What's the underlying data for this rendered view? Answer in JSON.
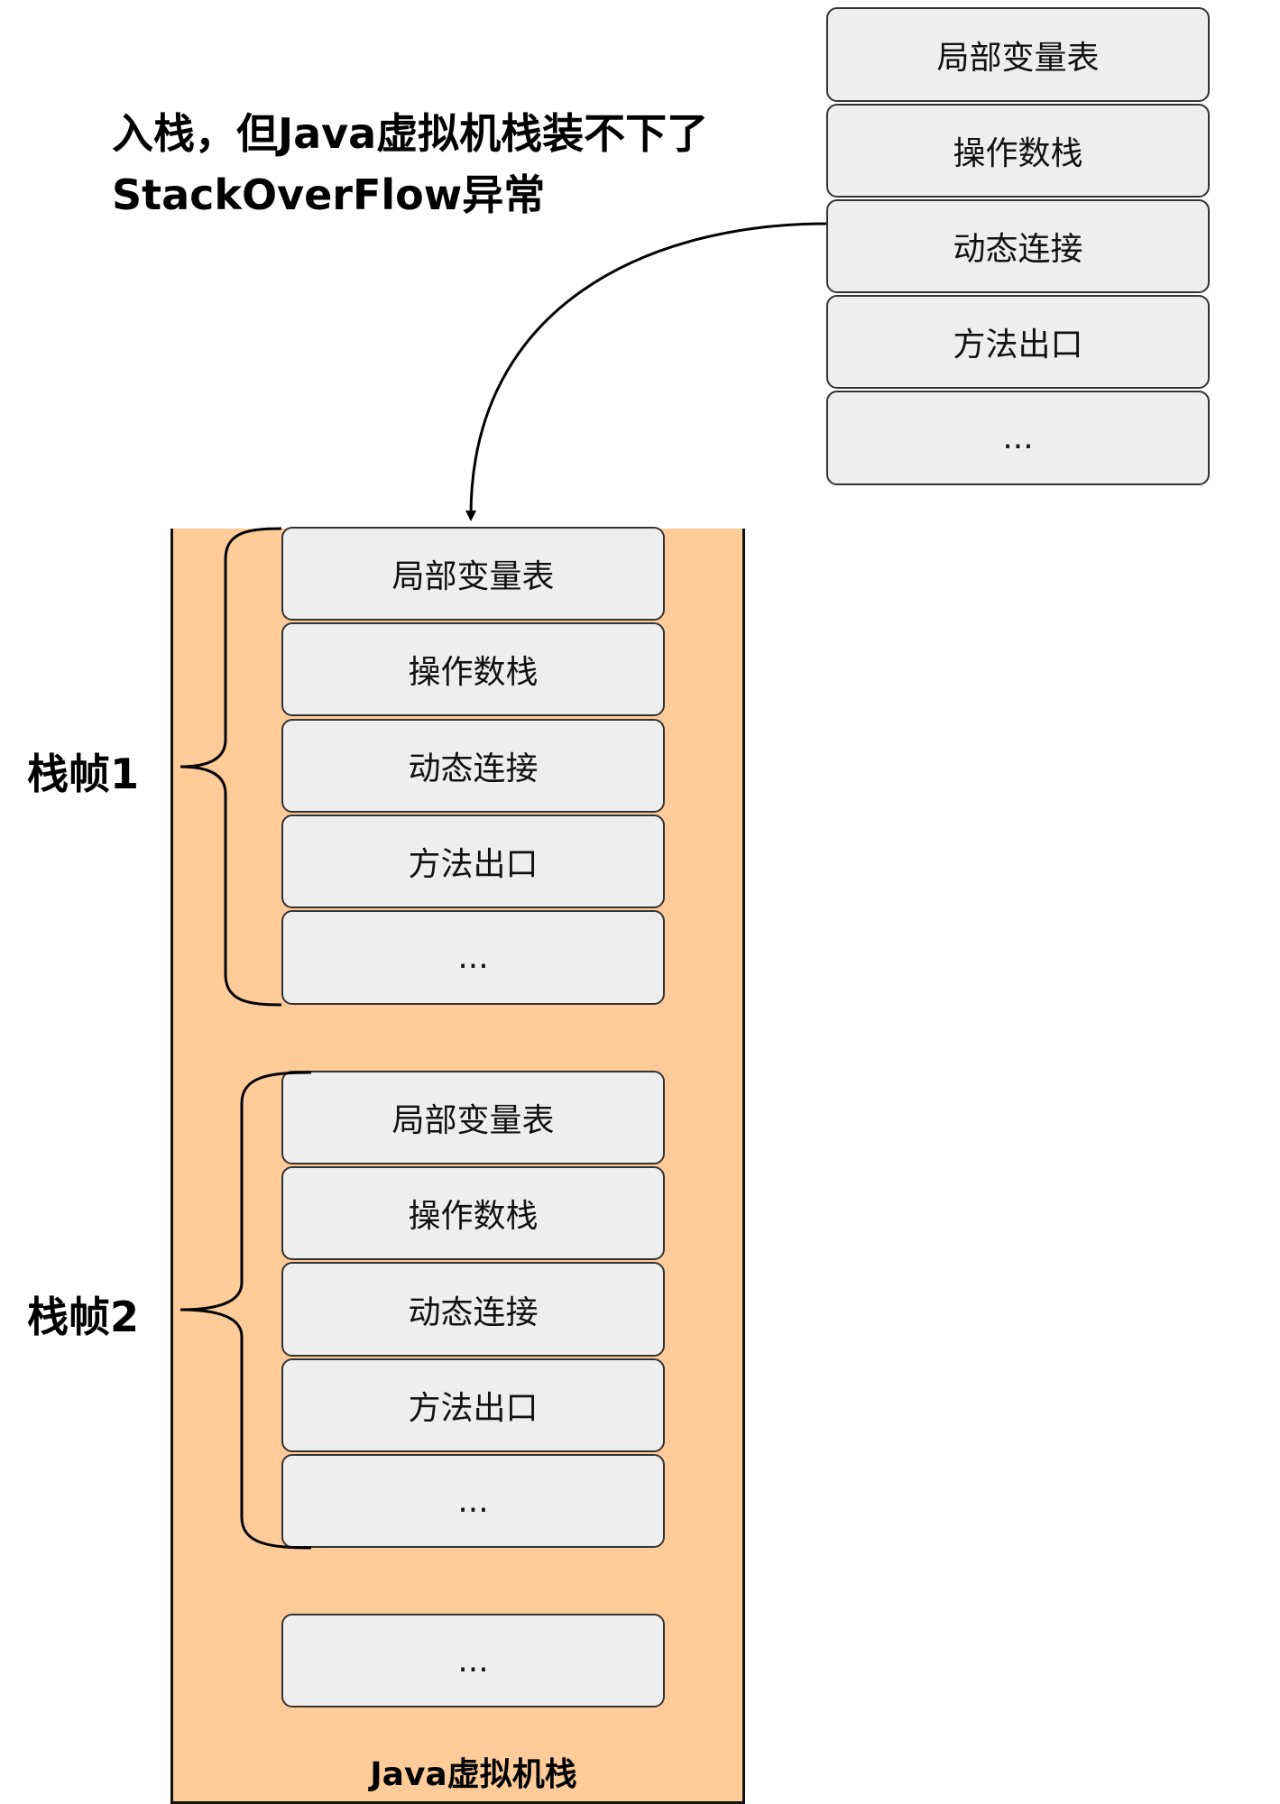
{
  "annotation": {
    "line1": "入栈，但Java虚拟机栈装不下了",
    "line2": "StackOverFlow异常"
  },
  "incoming_frame": {
    "cells": [
      "局部变量表",
      "操作数栈",
      "动态连接",
      "方法出口",
      "..."
    ]
  },
  "stack": {
    "title": "Java虚拟机栈",
    "frames": [
      {
        "label": "栈帧1",
        "cells": [
          "局部变量表",
          "操作数栈",
          "动态连接",
          "方法出口",
          "..."
        ]
      },
      {
        "label": "栈帧2",
        "cells": [
          "局部变量表",
          "操作数栈",
          "动态连接",
          "方法出口",
          "..."
        ]
      }
    ],
    "more": "..."
  },
  "colors": {
    "stack_fill": "#ffcc99",
    "cell_fill": "#eeeeee",
    "cell_border": "#333333"
  }
}
